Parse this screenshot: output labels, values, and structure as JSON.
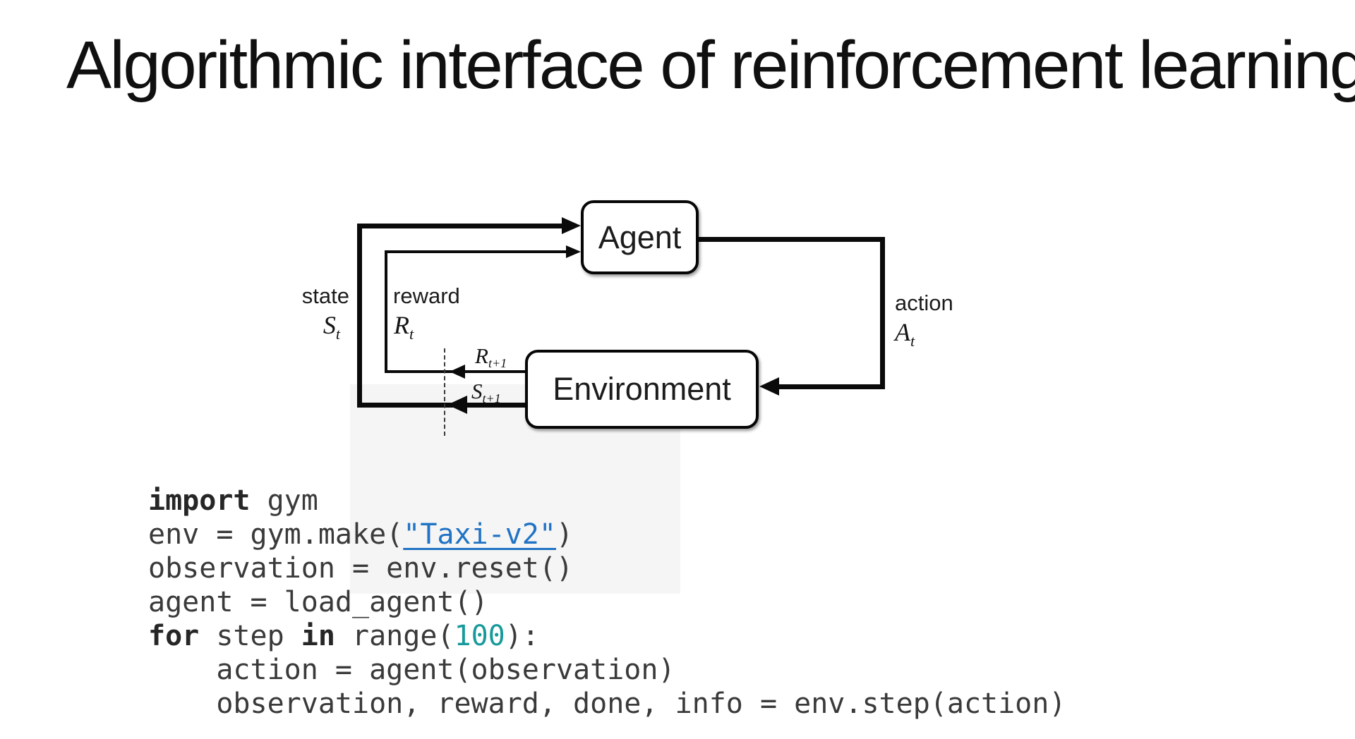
{
  "title": "Algorithmic interface of reinforcement learning",
  "diagram": {
    "agent_label": "Agent",
    "environment_label": "Environment",
    "state": {
      "label": "state",
      "sym": "S",
      "sub": "t"
    },
    "reward": {
      "label": "reward",
      "sym": "R",
      "sub": "t"
    },
    "action": {
      "label": "action",
      "sym": "A",
      "sub": "t"
    },
    "next_reward": {
      "sym": "R",
      "sub": "t+1"
    },
    "next_state": {
      "sym": "S",
      "sub": "t+1"
    }
  },
  "code": {
    "lines": [
      [
        {
          "t": "import",
          "s": "kw"
        },
        {
          "t": " gym",
          "s": "p"
        }
      ],
      [
        {
          "t": "env = gym.make(",
          "s": "p"
        },
        {
          "t": "\"Taxi-v2\"",
          "s": "link"
        },
        {
          "t": ")",
          "s": "p"
        }
      ],
      [
        {
          "t": "observation = env.reset()",
          "s": "p"
        }
      ],
      [
        {
          "t": "agent = load_agent()",
          "s": "p"
        }
      ],
      [
        {
          "t": "for",
          "s": "kw"
        },
        {
          "t": " step ",
          "s": "p"
        },
        {
          "t": "in",
          "s": "kw"
        },
        {
          "t": " range(",
          "s": "p"
        },
        {
          "t": "100",
          "s": "num"
        },
        {
          "t": "):",
          "s": "p"
        }
      ],
      [
        {
          "t": "    action = agent(observation)",
          "s": "p"
        }
      ],
      [
        {
          "t": "    observation, reward, done, info = env.step(action)",
          "s": "p"
        }
      ]
    ]
  },
  "colors": {
    "link": "#2173c4",
    "number": "#179a9b",
    "code_text": "#3a3a3a",
    "keyword": "#262626"
  }
}
